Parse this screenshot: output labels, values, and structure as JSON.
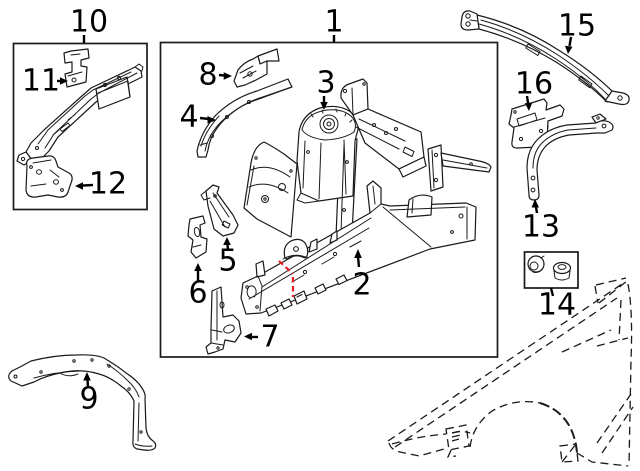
{
  "diagram": {
    "type": "exploded-parts-line-diagram",
    "colors": {
      "background": "#ffffff",
      "line": "#1a1a1a",
      "cut_mark": "#ec1c24",
      "label": "#000000"
    },
    "callouts": [
      {
        "label": "1",
        "part": "engine-compartment-components-box"
      },
      {
        "label": "2",
        "part": "front-side-rail"
      },
      {
        "label": "3",
        "part": "strut-shock-tower"
      },
      {
        "label": "4",
        "part": "upper-apron-rail"
      },
      {
        "label": "5",
        "part": "apron-support-bracket"
      },
      {
        "label": "6",
        "part": "side-support-bracket"
      },
      {
        "label": "7",
        "part": "rail-front-bracket"
      },
      {
        "label": "8",
        "part": "apron-rail-extension"
      },
      {
        "label": "9",
        "part": "lower-support-brace"
      },
      {
        "label": "10",
        "part": "upper-rail-components-box"
      },
      {
        "label": "11",
        "part": "upper-rail-clip"
      },
      {
        "label": "12",
        "part": "upper-rail-mount-bracket"
      },
      {
        "label": "13",
        "part": "fender-rear-support-brace"
      },
      {
        "label": "14",
        "part": "fastener-grommet-and-push-nut"
      },
      {
        "label": "15",
        "part": "cowl-side-brace"
      },
      {
        "label": "16",
        "part": "cowl-side-bracket"
      }
    ],
    "reference_art": [
      {
        "name": "front-fender-dashed-outline"
      }
    ],
    "cut_mark": {
      "meaning": "service cut line on front side rail",
      "color": "#ec1c24"
    }
  }
}
